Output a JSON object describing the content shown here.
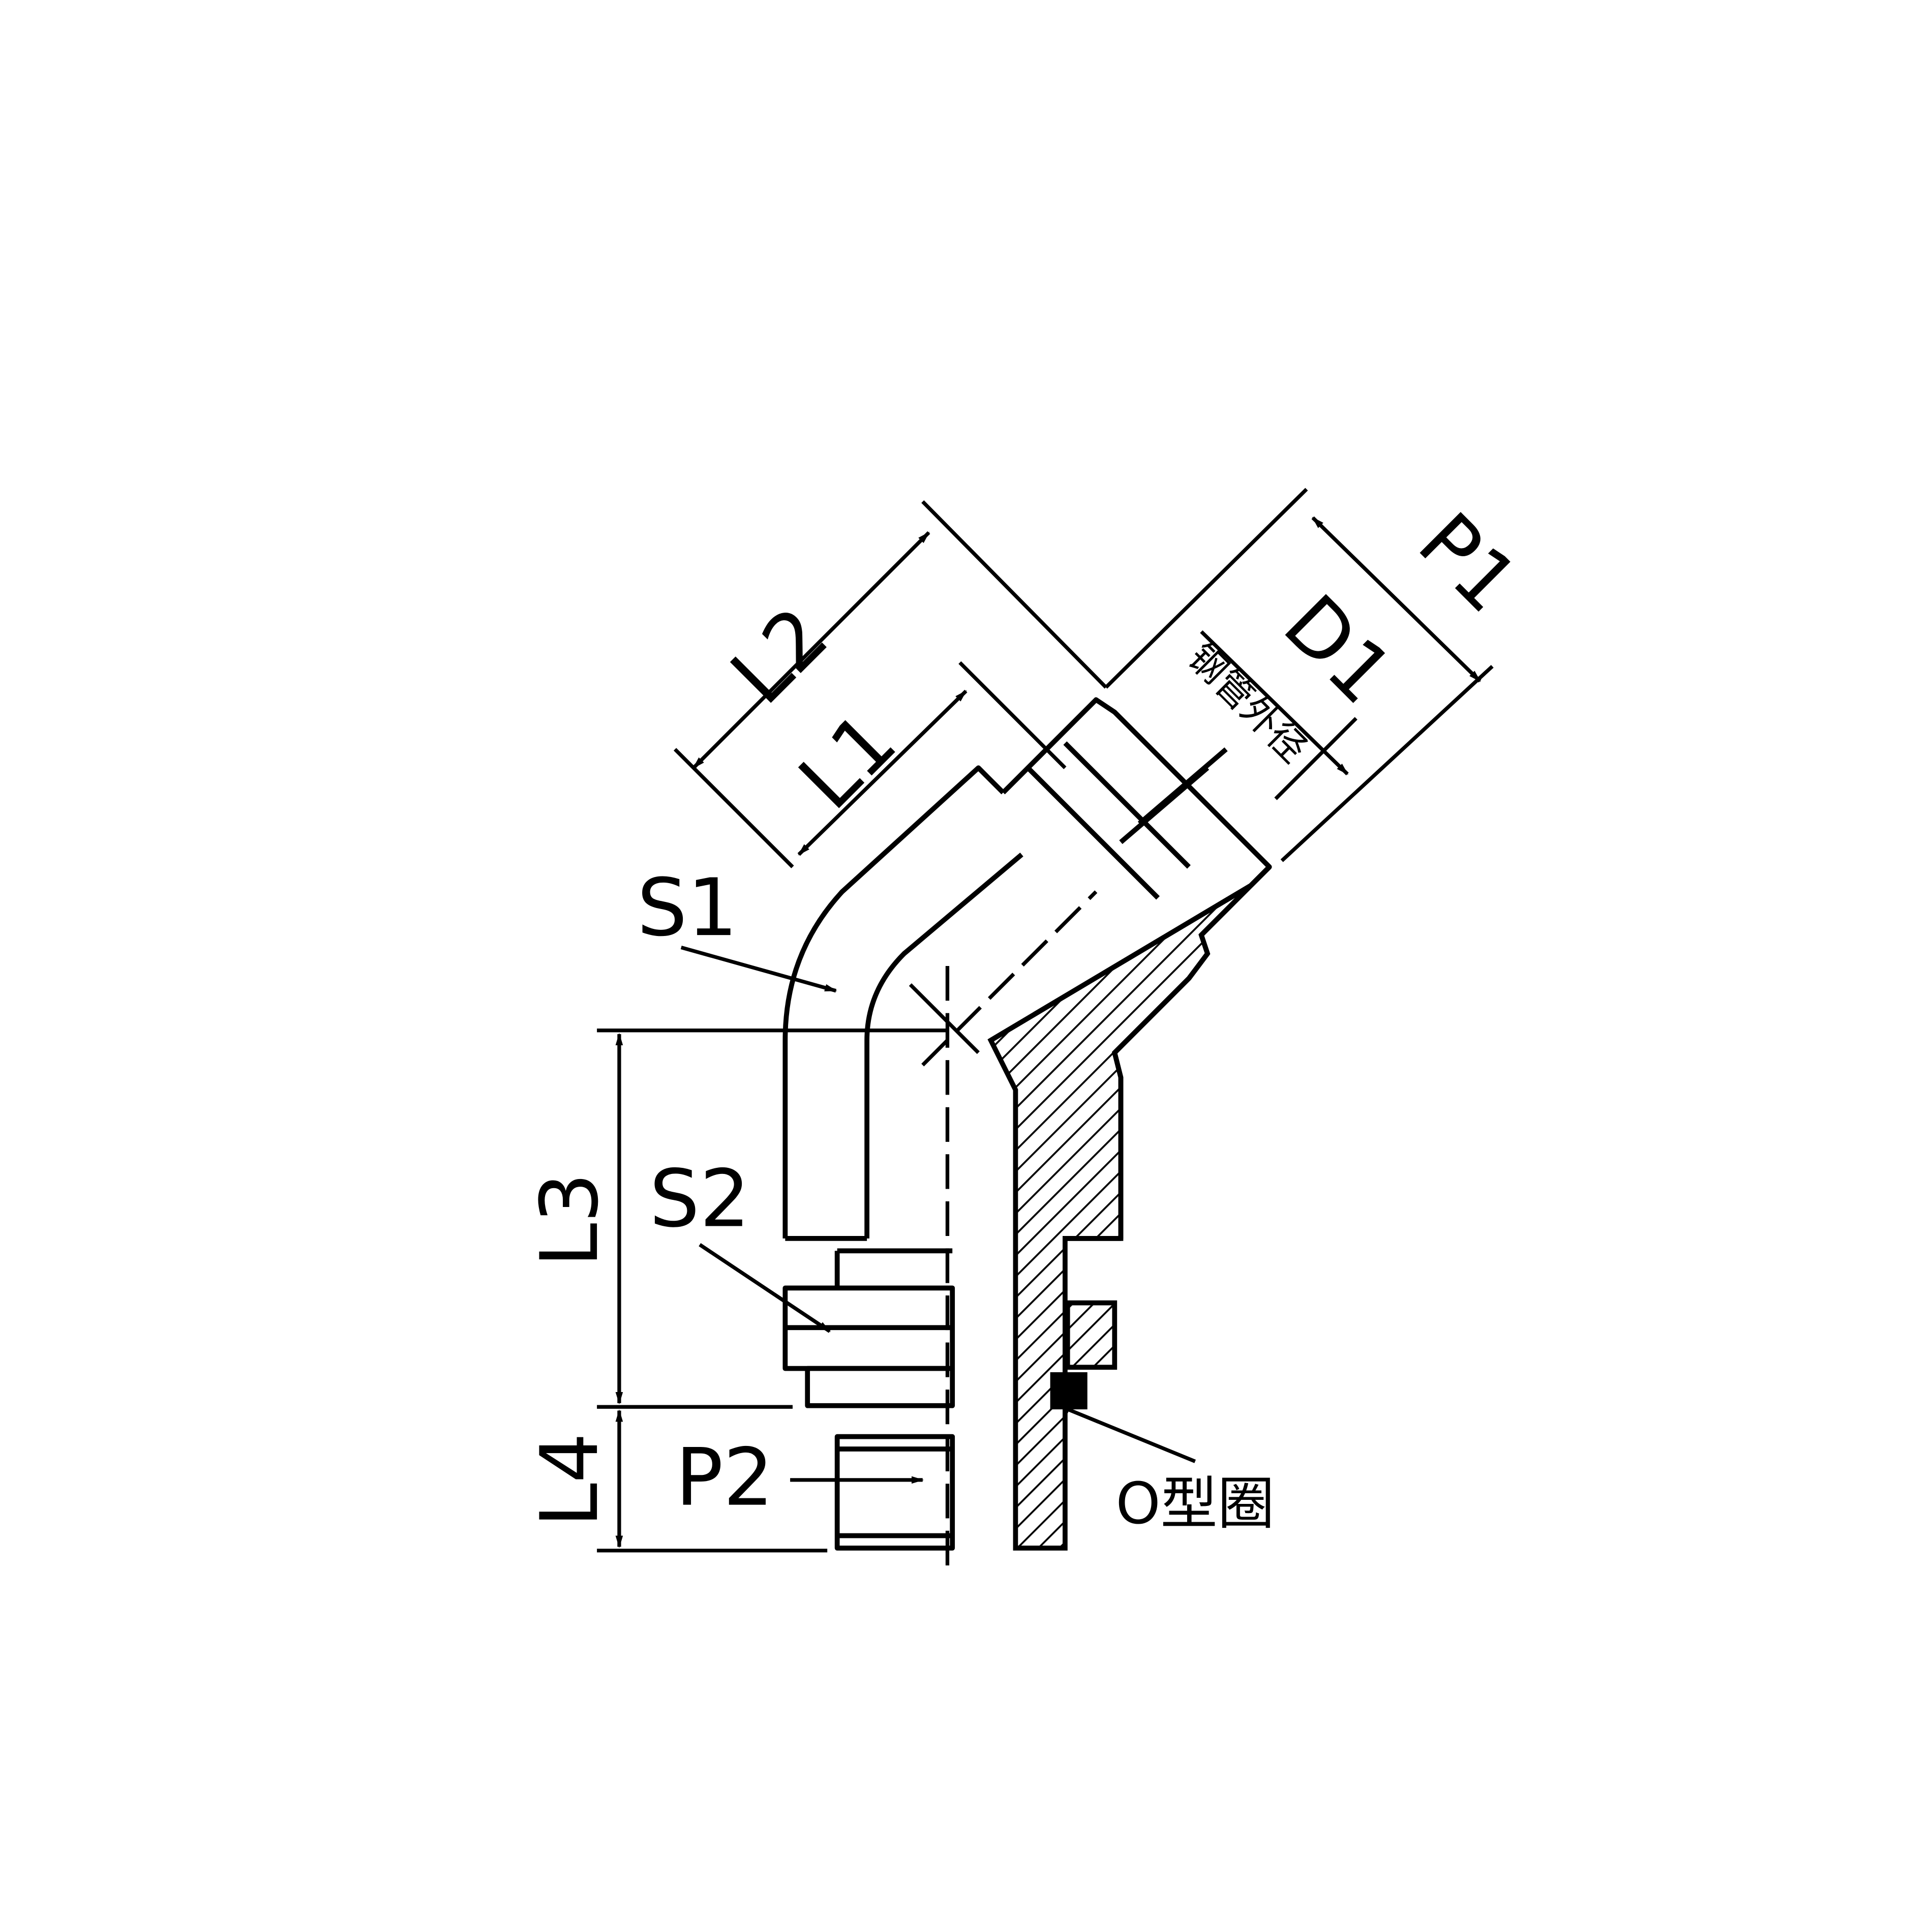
{
  "diagram": {
    "type": "technical-drawing",
    "subject": "45-degree elbow hydraulic fitting with O-ring port end",
    "colors": {
      "line": "#000000",
      "background": "#ffffff"
    },
    "labels": {
      "L1": "L1",
      "L2": "L2",
      "L3": "L3",
      "L4": "L4",
      "S1": "S1",
      "S2": "S2",
      "P1": "P1",
      "P2": "P2",
      "D1": "D1",
      "tube_od": "钢管外径",
      "o_ring": "O型圈"
    }
  }
}
